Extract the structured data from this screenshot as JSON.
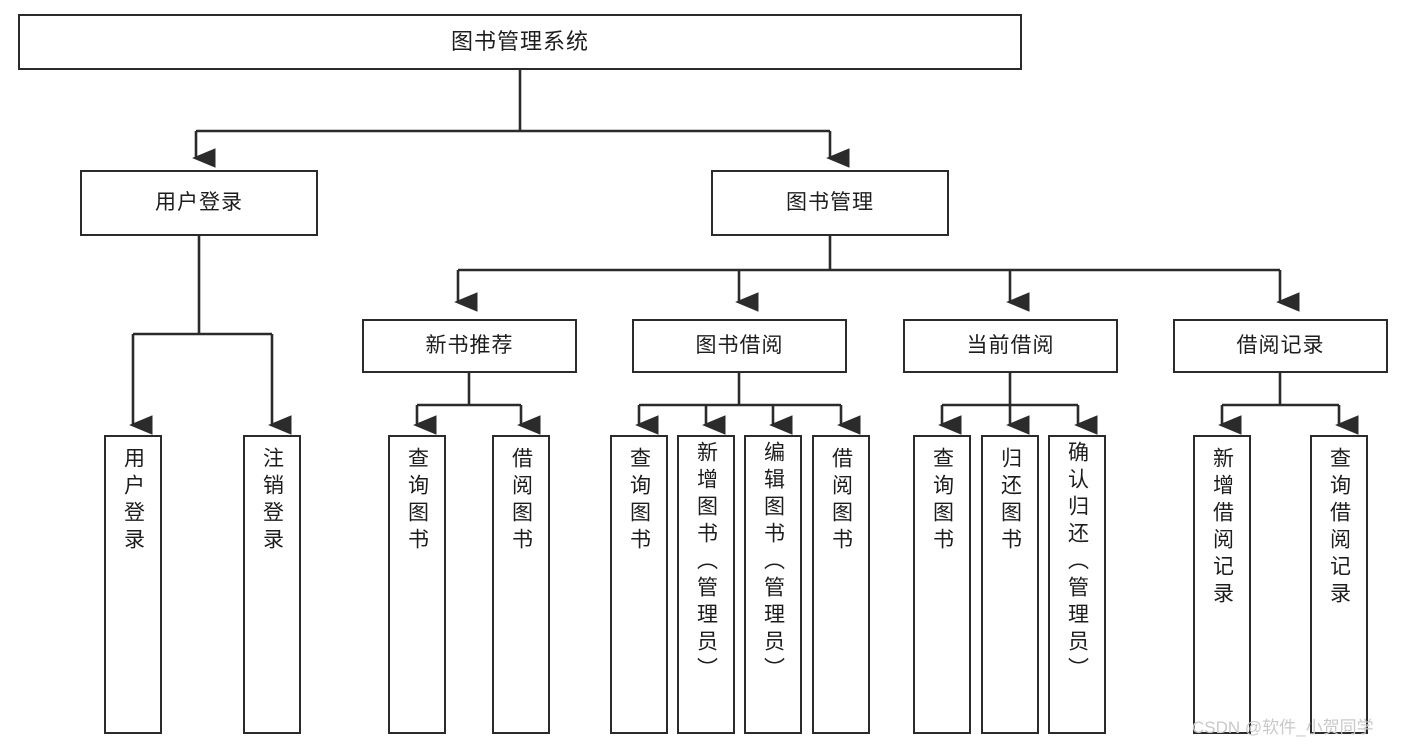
{
  "diagram": {
    "title": "图书管理系统",
    "type": "tree",
    "levels": {
      "root": {
        "label": "图书管理系统"
      },
      "level2": [
        {
          "label": "用户登录"
        },
        {
          "label": "图书管理"
        }
      ],
      "level3": [
        {
          "label": "新书推荐"
        },
        {
          "label": "图书借阅"
        },
        {
          "label": "当前借阅"
        },
        {
          "label": "借阅记录"
        }
      ],
      "leaves": {
        "user_login": [
          {
            "label": "用户登录"
          },
          {
            "label": "注销登录"
          }
        ],
        "new_book": [
          {
            "label": "查询图书"
          },
          {
            "label": "借阅图书"
          }
        ],
        "book_borrow": [
          {
            "label": "查询图书"
          },
          {
            "label": "新增图书（管理员）"
          },
          {
            "label": "编辑图书（管理员）"
          },
          {
            "label": "借阅图书"
          }
        ],
        "current_borrow": [
          {
            "label": "查询图书"
          },
          {
            "label": "归还图书"
          },
          {
            "label": "确认归还（管理员）"
          }
        ],
        "borrow_record": [
          {
            "label": "新增借阅记录"
          },
          {
            "label": "查询借阅记录"
          }
        ]
      }
    },
    "colors": {
      "stroke": "#2b2b2b",
      "fill": "#ffffff",
      "text": "#1d1d1d",
      "watermark": "#c9c9c9"
    }
  },
  "watermark": {
    "text": "CSDN @软件_小贺同学"
  }
}
